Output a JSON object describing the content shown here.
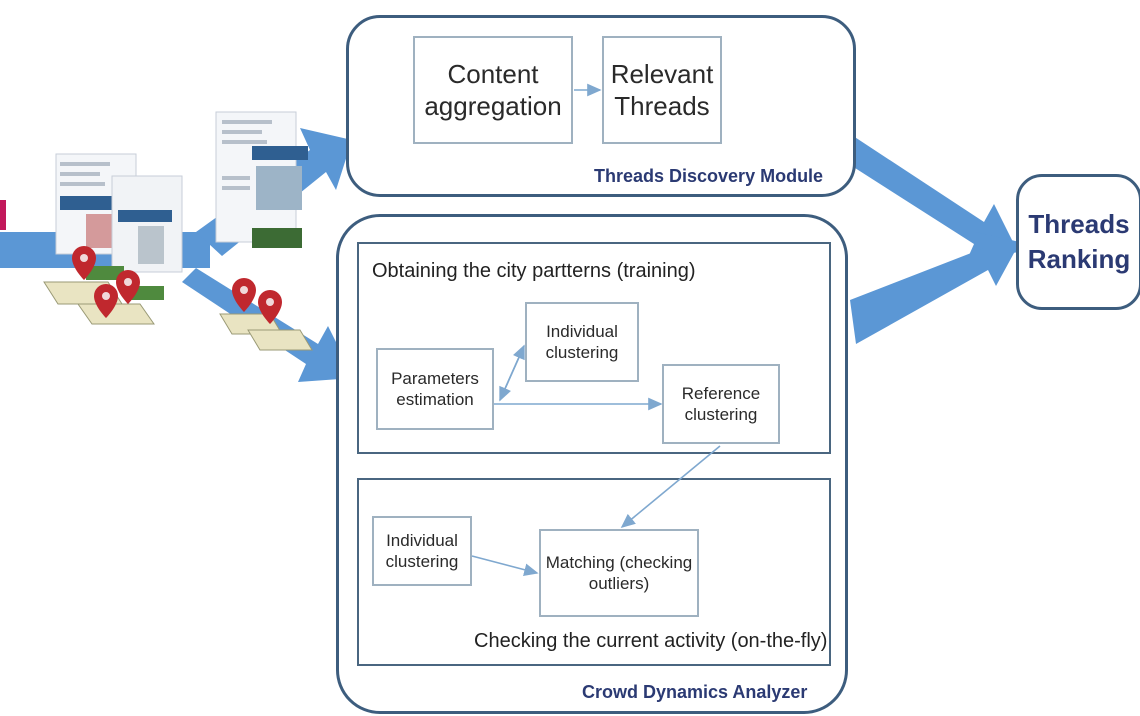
{
  "threads_discovery_module": {
    "caption": "Threads Discovery Module",
    "content_aggregation": "Content aggregation",
    "relevant_threads": "Relevant Threads"
  },
  "crowd_dynamics_analyzer": {
    "caption": "Crowd Dynamics Analyzer",
    "training_panel": {
      "title": "Obtaining the city partterns (training)",
      "parameters_estimation": "Parameters estimation",
      "individual_clustering": "Individual clustering",
      "reference_clustering": "Reference clustering"
    },
    "activity_panel": {
      "title": "Checking the current activity (on-the-fly)",
      "individual_clustering": "Individual clustering",
      "matching": "Matching (checking outliers)"
    }
  },
  "threads_ranking": "Threads Ranking",
  "colors": {
    "flow_arrow": "#5b97d5",
    "module_border": "#3d5d7e",
    "box_border": "#9fb1c0",
    "caption_text": "#2b3a73",
    "location_pin": "#c0282e"
  },
  "icons": [
    "social-media-feed-icon",
    "location-pin-icon"
  ]
}
